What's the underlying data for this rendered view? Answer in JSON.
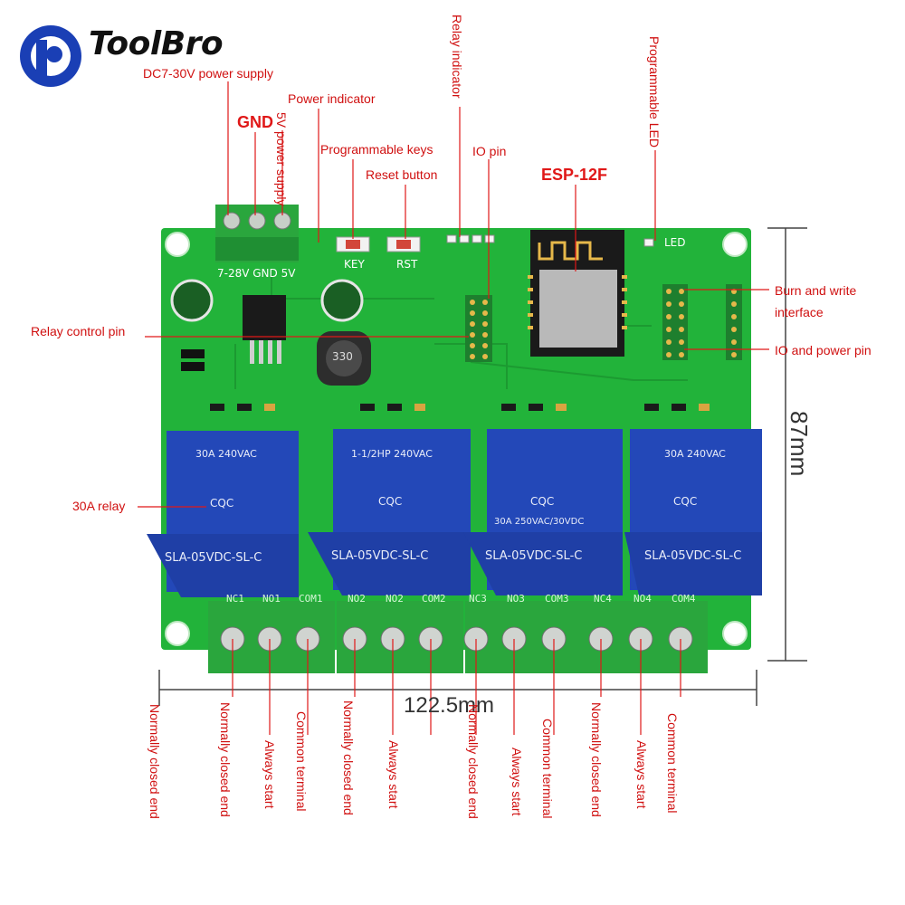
{
  "brand": {
    "name": "ToolBro"
  },
  "board": {
    "terminal_labels": "7-28V GND 5V",
    "key_label": "KEY",
    "rst_label": "RST",
    "led_label": "LED",
    "inductor_label": "330",
    "relay_model": "SLA-05VDC-SL-C",
    "relay_rating_1": "30A 240VAC",
    "relay_rating_2": "1-1/2HP 240VAC",
    "relay_rating_3": "30A 250VAC/30VDC",
    "relay_mark": "CQC",
    "output_pins": [
      "NC1",
      "NO1",
      "COM1",
      "NO2",
      "NO2",
      "COM2",
      "NC3",
      "NO3",
      "COM3",
      "NC4",
      "NO4",
      "COM4"
    ]
  },
  "callouts": {
    "power_supply": "DC7-30V power supply",
    "gnd": "GND",
    "five_v": "5V power supply",
    "power_indicator": "Power indicator",
    "programmable_keys": "Programmable keys",
    "reset_button": "Reset button",
    "relay_indicator": "Relay indicator",
    "io_pin": "IO pin",
    "esp": "ESP-12F",
    "programmable_led": "Programmable LED",
    "burn_write_1": "Burn and write",
    "burn_write_2": "interface",
    "io_power_pin": "IO and power pin",
    "relay_control_pin": "Relay control pin",
    "relay_30a": "30A relay"
  },
  "bottom_labels": [
    "Normally closed end",
    "Normally closed end",
    "Always start",
    "Common terminal",
    "Normally closed end",
    "Always start",
    "Normally closed end",
    "Always start",
    "Common terminal",
    "Normally closed end",
    "Always start",
    "Common terminal"
  ],
  "dimensions": {
    "width": "122.5mm",
    "height": "87mm"
  }
}
